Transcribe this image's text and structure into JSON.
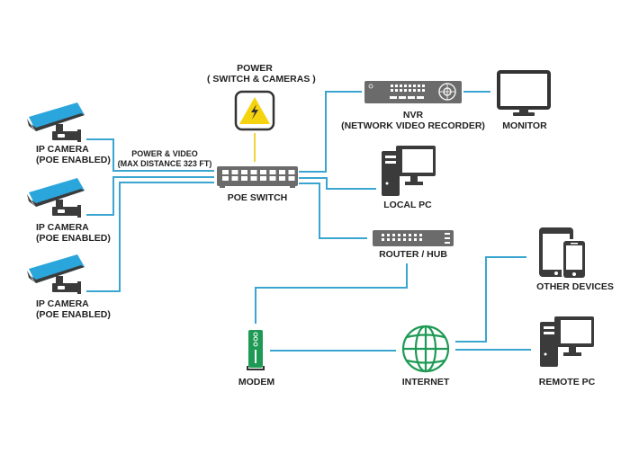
{
  "title": "IP Camera PoE Network Diagram",
  "colors": {
    "link": "#3aa6d0",
    "power_link": "#f2d33a",
    "device_dark": "#3b3b3b",
    "device_gray": "#6b6b6b",
    "camera_blue": "#2aa6dc",
    "power_yellow": "#f5d40f",
    "network_green": "#1f9a55",
    "text": "#222222"
  },
  "nodes": {
    "power": {
      "label_line1": "POWER",
      "label_line2": "( SWITCH & CAMERAS )",
      "icon": "lightning-warning-icon"
    },
    "camera1": {
      "label_line1": "IP CAMERA",
      "label_line2": "(POE ENABLED)",
      "icon": "security-camera-icon"
    },
    "camera2": {
      "label_line1": "IP CAMERA",
      "label_line2": "(POE ENABLED)",
      "icon": "security-camera-icon"
    },
    "camera3": {
      "label_line1": "IP CAMERA",
      "label_line2": "(POE ENABLED)",
      "icon": "security-camera-icon"
    },
    "poe_switch": {
      "label": "POE SWITCH",
      "icon": "network-switch-icon"
    },
    "nvr": {
      "label_line1": "NVR",
      "label_line2": "(NETWORK VIDEO RECORDER)",
      "icon": "nvr-icon"
    },
    "monitor": {
      "label": "MONITOR",
      "icon": "monitor-icon"
    },
    "local_pc": {
      "label": "LOCAL PC",
      "icon": "desktop-pc-icon"
    },
    "router": {
      "label": "ROUTER / HUB",
      "icon": "router-icon"
    },
    "modem": {
      "label": "MODEM",
      "icon": "modem-icon"
    },
    "internet": {
      "label": "INTERNET",
      "icon": "globe-icon"
    },
    "other_devices": {
      "label": "OTHER DEVICES",
      "icon": "tablet-phone-icon"
    },
    "remote_pc": {
      "label": "REMOTE PC",
      "icon": "desktop-pc-icon"
    }
  },
  "edge_label": {
    "line1": "POWER & VIDEO",
    "line2": "(MAX DISTANCE 323 FT)"
  },
  "edges": [
    {
      "from": "camera1",
      "to": "poe_switch",
      "type": "poe"
    },
    {
      "from": "camera2",
      "to": "poe_switch",
      "type": "poe"
    },
    {
      "from": "camera3",
      "to": "poe_switch",
      "type": "poe"
    },
    {
      "from": "power",
      "to": "poe_switch",
      "type": "power"
    },
    {
      "from": "poe_switch",
      "to": "nvr",
      "type": "network"
    },
    {
      "from": "nvr",
      "to": "monitor",
      "type": "video"
    },
    {
      "from": "poe_switch",
      "to": "local_pc",
      "type": "network"
    },
    {
      "from": "poe_switch",
      "to": "router",
      "type": "network"
    },
    {
      "from": "router",
      "to": "modem",
      "type": "network"
    },
    {
      "from": "modem",
      "to": "internet",
      "type": "network"
    },
    {
      "from": "internet",
      "to": "other_devices",
      "type": "network"
    },
    {
      "from": "internet",
      "to": "remote_pc",
      "type": "network"
    }
  ]
}
